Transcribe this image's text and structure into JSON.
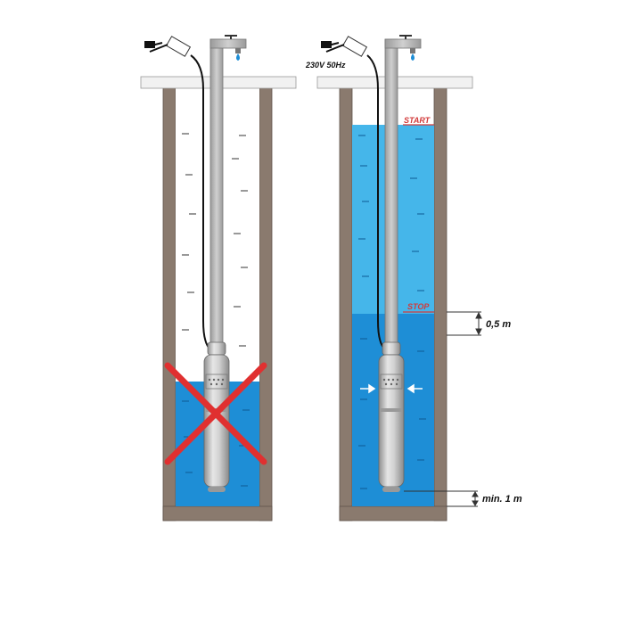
{
  "labels": {
    "voltage": "230V 50Hz",
    "start": "START",
    "stop": "STOP",
    "gap": "0,5 m",
    "min_depth": "min. 1 m"
  },
  "colors": {
    "well_wall": "#8a7a6e",
    "well_wall_edge": "#5f534a",
    "cover": "#f1f1f1",
    "water_deep": "#1e8ed6",
    "water_light": "#45b6ea",
    "pipe": "#b8b8b8",
    "pump": "#c9c9c9",
    "cross": "#e03030",
    "marker": "#d23a3a",
    "arrow": "#ffffff"
  },
  "icons": {
    "wrong": "cross-icon",
    "plug": "plug-icon",
    "faucet": "faucet-icon",
    "water_drop": "water-drop-icon",
    "inflow": "arrow-icon"
  }
}
